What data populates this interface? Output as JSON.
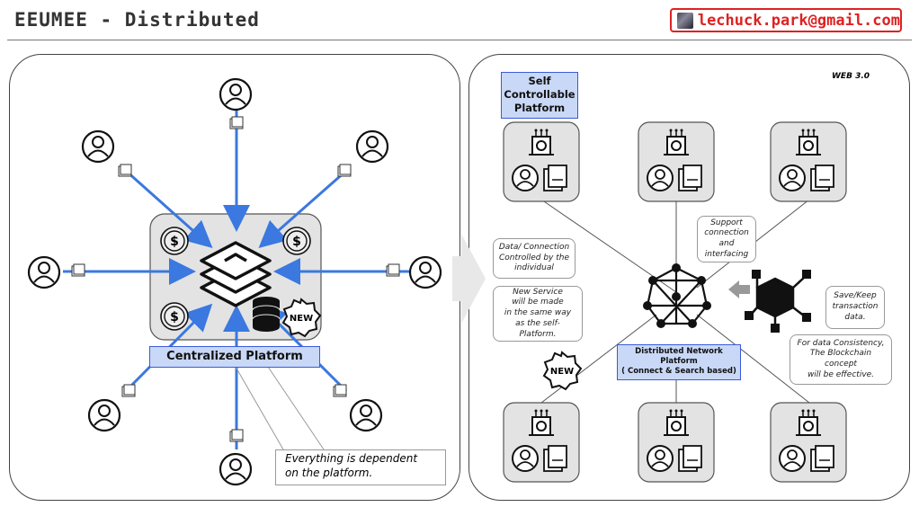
{
  "header": {
    "title": "EEUMEE - Distributed",
    "email": "lechuck.park@gmail.com"
  },
  "left_panel": {
    "platform_label": "Centralized Platform",
    "badge": "NEW",
    "note": "Everything is dependent on the platform.",
    "note_line1": "Everything is dependent",
    "note_line2": "on the platform."
  },
  "right_panel": {
    "corner_tag": "WEB 3.0",
    "self_platform": [
      "Self",
      "Controllable",
      "Platform"
    ],
    "callout_data": [
      "Data/ Connection",
      "Controlled by the",
      "individual"
    ],
    "callout_support": [
      "Support",
      "connection",
      "and",
      "interfacing"
    ],
    "callout_new_service": [
      "New Service",
      "will be made",
      "in the same way",
      "as the self-Platform."
    ],
    "callout_save": [
      "Save/Keep",
      "transaction",
      "data."
    ],
    "callout_consistency": [
      "For data Consistency,",
      "The Blockchain concept",
      "will be effective."
    ],
    "network_label": [
      "Distributed Network",
      "Platform",
      "( Connect & Search based)"
    ],
    "badge": "NEW"
  },
  "colors": {
    "arrow": "#3b78e0",
    "accent_red": "#dd2222",
    "label_fill": "#c9d8f6",
    "label_border": "#3a5ad8"
  }
}
